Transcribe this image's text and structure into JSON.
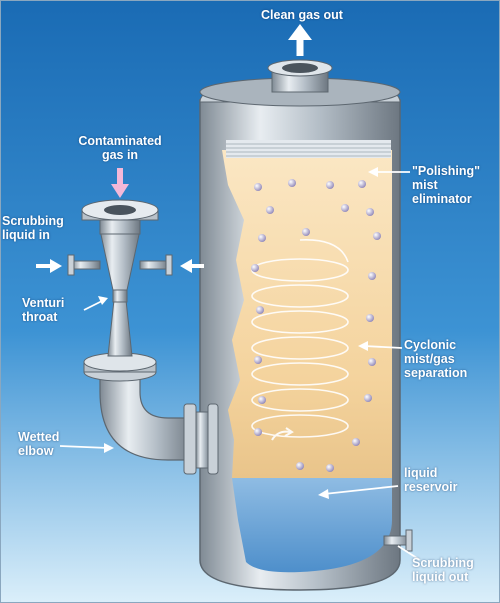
{
  "labels": {
    "clean_gas_out": "Clean gas out",
    "contaminated_gas_in": [
      "Contaminated",
      "gas in"
    ],
    "scrubbing_liquid_in": [
      "Scrubbing",
      "liquid in"
    ],
    "venturi_throat": [
      "Venturi",
      "throat"
    ],
    "wetted_elbow": [
      "Wetted",
      "elbow"
    ],
    "polishing_mist_eliminator": [
      "\"Polishing\"",
      "mist",
      "eliminator"
    ],
    "cyclonic_separation": [
      "Cyclonic",
      "mist/gas",
      "separation"
    ],
    "liquid_reservoir": [
      "liquid",
      "reservoir"
    ],
    "scrubbing_liquid_out": [
      "Scrubbing",
      "liquid out"
    ]
  },
  "colors": {
    "background_top": "#1b6fb8",
    "background_bottom": "#d9eef9",
    "steel": "#b9c3cc",
    "mist_zone": "#f6d9a6",
    "liquid": "#6fa8d8",
    "arrow": "#ffffff",
    "inlet_arrow": "#f4b8d8"
  }
}
